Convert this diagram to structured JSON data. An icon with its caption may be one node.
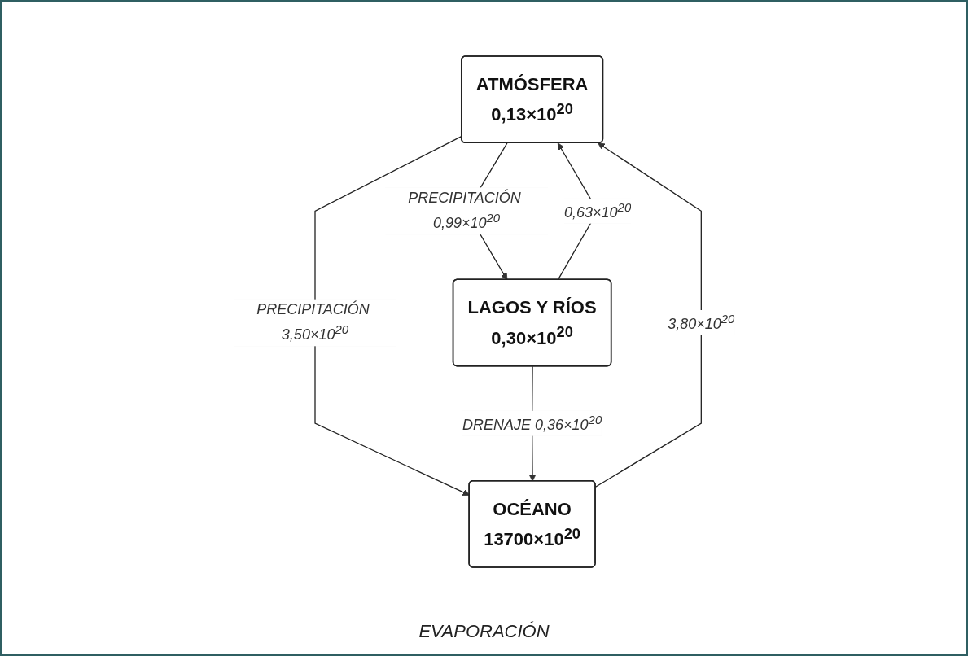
{
  "diagram": {
    "nodes": [
      {
        "text": [
          "ATMÓSFERA",
          "0,13×10$^{20}$"
        ]
      },
      {
        "text": [
          "LAGOS Y RÍOS",
          "0,30×10$^{20}$"
        ]
      },
      {
        "text": [
          "OCÉANO",
          "13700×10$^{20}$"
        ]
      }
    ],
    "edges": [
      {
        "from": 0,
        "to": 1,
        "arrow": "to",
        "label": "PRECIPITACIÓN 0,99×10$^{20}$"
      },
      {
        "from": 1,
        "to": 0,
        "arrow": "to",
        "label": "0,63×10$^{20}$"
      },
      {
        "from": 0,
        "to": 2,
        "arrow": "to",
        "label": "PRECIPITACIÓN 3,50×10$^{20}$"
      },
      {
        "from": 2,
        "to": 0,
        "arrow": "to",
        "label": "3,80×10$^{20}$"
      },
      {
        "from": 1,
        "to": 2,
        "arrow": "to",
        "label": "DRENAJE 0,36×10$^{20}$"
      }
    ],
    "labels": [
      "EVAPORACIÓN"
    ]
  }
}
